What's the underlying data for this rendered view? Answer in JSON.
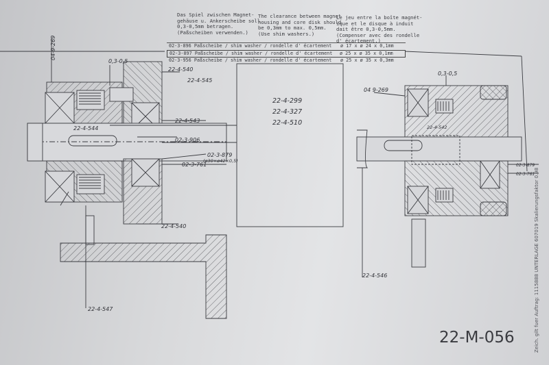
{
  "notes": {
    "de": [
      "Das Spiel zwischen Magnet-",
      "gehäuse u. Ankerscheibe soll",
      "0,3-0,5mm betragen.",
      "(Paßscheiben verwenden.)"
    ],
    "en": [
      "The clearance between magnet",
      "housing and core disk should",
      "be 0,3mm to max. 0,5mm.",
      "(Use shim washers.)"
    ],
    "fr": [
      "Le jeu entre la boîte magnét-",
      "ique et le disque à induit",
      "dait être 0,3-0,5mm.",
      "(Compenser avec des rondelle",
      "d' écartement.)"
    ]
  },
  "shim_table": [
    {
      "desc": "02-3-896 Paßscheibe / shim washer / rondelle d' écartement",
      "size": "ø 17 x ø 24 x 0,1mm"
    },
    {
      "desc": "02-3-897 Paßscheibe / shim washer / rondelle d' écartement",
      "size": "ø 25 x ø 35 x 0,1mm"
    },
    {
      "desc": "02-3-956 Paßscheibe / shim washer / rondelle d' écartement",
      "size": "ø 25 x ø 35 x 0,3mm"
    }
  ],
  "labels": {
    "left": {
      "bearing": "04-9-269",
      "gap": "0,3-0,5",
      "p540_top": "22-4-540",
      "p545": "22-4-545",
      "p543": "22-4-543",
      "p544": "22-4-544",
      "p906": "02-3-906",
      "p879": "02-3-879",
      "p879_size": "(ø30×ø42×0,5)",
      "p761": "02-3-761",
      "p540_bottom": "22-4-540",
      "p547": "22-4-547"
    },
    "middle": [
      "22-4-299",
      "22-4-327",
      "22-4-510"
    ],
    "right": {
      "bearing": "04 9-269",
      "gap": "0,3-0,5",
      "p542": "22-4-542",
      "p879": "02-3-879",
      "p761": "02-3-761",
      "p546": "22-4-546"
    }
  },
  "drawing_number": "22-M-056",
  "side_note": "Zeich. gilt fuer Auftrag: 1115888 UNTERLAGE 607019 Skalierungsfaktor 0.98"
}
